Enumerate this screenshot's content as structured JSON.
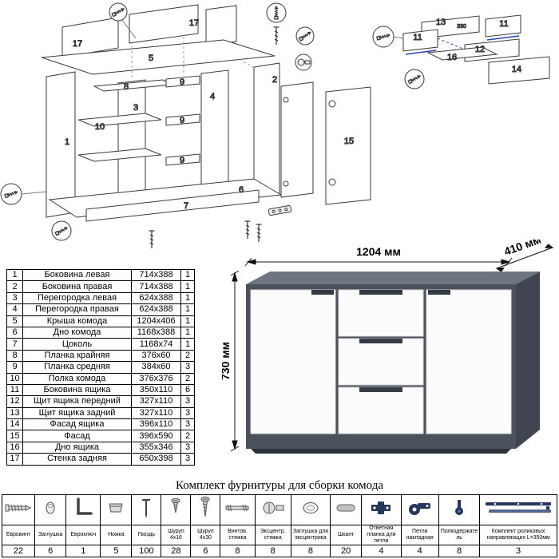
{
  "title_hardware": "Комплект фурнитуры для сборки комода",
  "dims": {
    "width": "1204 мм",
    "depth": "410 мм",
    "height": "730 мм"
  },
  "colors": {
    "body": "#4b525c",
    "body_top": "#6d7580",
    "body_side": "#3f4651",
    "front": "#fbfbfc",
    "handle": "#343b44",
    "diagram_accent": "#2244bb"
  },
  "parts": [
    {
      "num": "1",
      "name": "Боковина левая",
      "size": "714x388",
      "qty": "1"
    },
    {
      "num": "2",
      "name": "Боковина правая",
      "size": "714x388",
      "qty": "1"
    },
    {
      "num": "3",
      "name": "Перегородка левая",
      "size": "624x388",
      "qty": "1"
    },
    {
      "num": "4",
      "name": "Перегородка правая",
      "size": "624x388",
      "qty": "1"
    },
    {
      "num": "5",
      "name": "Крыша комода",
      "size": "1204x406",
      "qty": "1"
    },
    {
      "num": "6",
      "name": "Дно комода",
      "size": "1168x388",
      "qty": "1"
    },
    {
      "num": "7",
      "name": "Цоколь",
      "size": "1168x74",
      "qty": "1"
    },
    {
      "num": "8",
      "name": "Планка крайняя",
      "size": "376x60",
      "qty": "2"
    },
    {
      "num": "9",
      "name": "Планка средняя",
      "size": "384x60",
      "qty": "3"
    },
    {
      "num": "10",
      "name": "Полка комода",
      "size": "376x376",
      "qty": "2"
    },
    {
      "num": "11",
      "name": "Боковина ящика",
      "size": "350x110",
      "qty": "6"
    },
    {
      "num": "12",
      "name": "Щит ящика передний",
      "size": "327x110",
      "qty": "3"
    },
    {
      "num": "13",
      "name": "Щит ящика задний",
      "size": "327x110",
      "qty": "3"
    },
    {
      "num": "14",
      "name": "Фасад ящика",
      "size": "396x110",
      "qty": "3"
    },
    {
      "num": "15",
      "name": "Фасад",
      "size": "396x590",
      "qty": "2"
    },
    {
      "num": "16",
      "name": "Дно ящика",
      "size": "355x346",
      "qty": "3"
    },
    {
      "num": "17",
      "name": "Стенка задняя",
      "size": "650x398",
      "qty": "3"
    }
  ],
  "hardware": [
    {
      "name": "Евровинт",
      "qty": "22",
      "icon": "confirmat-screw"
    },
    {
      "name": "Заглушка",
      "qty": "6",
      "icon": "cap"
    },
    {
      "name": "Евроключ",
      "qty": "1",
      "icon": "hex-key"
    },
    {
      "name": "Ножка",
      "qty": "5",
      "icon": "foot"
    },
    {
      "name": "Гвоздь",
      "qty": "100",
      "icon": "nail"
    },
    {
      "name": "Шуруп 4x16",
      "qty": "28",
      "icon": "screw"
    },
    {
      "name": "Шуруп 4x30",
      "qty": "6",
      "icon": "screw"
    },
    {
      "name": "Винтов. стяжка",
      "qty": "8",
      "icon": "bolt"
    },
    {
      "name": "Эксцентр. стяжка",
      "qty": "8",
      "icon": "cam"
    },
    {
      "name": "Заглушка для эксцентрика",
      "qty": "8",
      "icon": "cam-cap"
    },
    {
      "name": "Шкант",
      "qty": "20",
      "icon": "dowel"
    },
    {
      "name": "Ответная планка для петли",
      "qty": "4",
      "icon": "hinge-plate"
    },
    {
      "name": "Петля накладная",
      "qty": "4",
      "icon": "hinge"
    },
    {
      "name": "Полкодержатель",
      "qty": "8",
      "icon": "shelf-pin"
    },
    {
      "name": "Комплект роликовых направляющих L=350мм",
      "qty": "3",
      "icon": "drawer-slide"
    }
  ],
  "diagram_left_labels": [
    "17",
    "17",
    "5",
    "8",
    "3",
    "4",
    "2",
    "1",
    "10",
    "9",
    "9",
    "9",
    "6",
    "7",
    "15"
  ],
  "diagram_right_labels": [
    "13",
    "11",
    "11",
    "12",
    "16",
    "14",
    "330"
  ]
}
